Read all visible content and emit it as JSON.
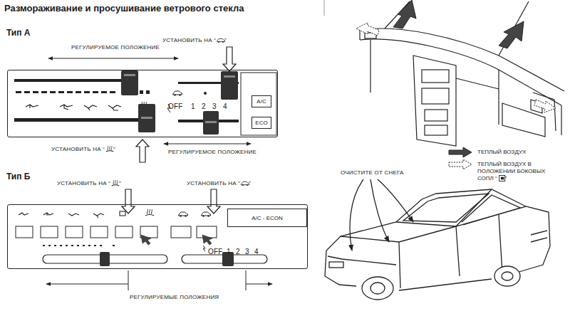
{
  "diagram": {
    "title": "Размораживание и просушивание ветрового стекла",
    "nodes": [
      {
        "text": [
          "Тип А"
        ]
      },
      {
        "text": [
          "A/C"
        ],
        "in": 0
      },
      {
        "text": [
          "ECO"
        ],
        "in": 0
      },
      {
        "text": [
          "Тип Б"
        ]
      },
      {
        "text": [
          "A/C - ECON"
        ],
        "in": 3
      }
    ],
    "labels": [
      "РЕГУЛИРУЕМОЕ ПОЛОЖЕНИЕ",
      "УСТАНОВИТЬ НА “     ”",
      "OFF",
      "1",
      "2",
      "3",
      "4",
      "УСТАНОВИТЬ НА “     ”",
      "РЕГУЛИРУЕМОЕ ПОЛОЖЕНИЕ",
      "УСТАНОВИТЬ НА “     ”",
      "УСТАНОВИТЬ НА “     ”",
      "OFF",
      "1",
      "2",
      "3",
      "4",
      "РЕГУЛИРУЕМЫЕ ПОЛОЖЕНИЯ",
      "ОЧИСТИТЕ ОТ СНЕГА"
    ],
    "legend": [
      {
        "text": "ТЕПЛЫЙ ВОЗДУХ"
      },
      {
        "text": "ТЕПЛЫЙ ВОЗДУХ В ПОЛОЖЕНИИ БОКОВЫХ СОПЛ “     ”"
      }
    ]
  }
}
